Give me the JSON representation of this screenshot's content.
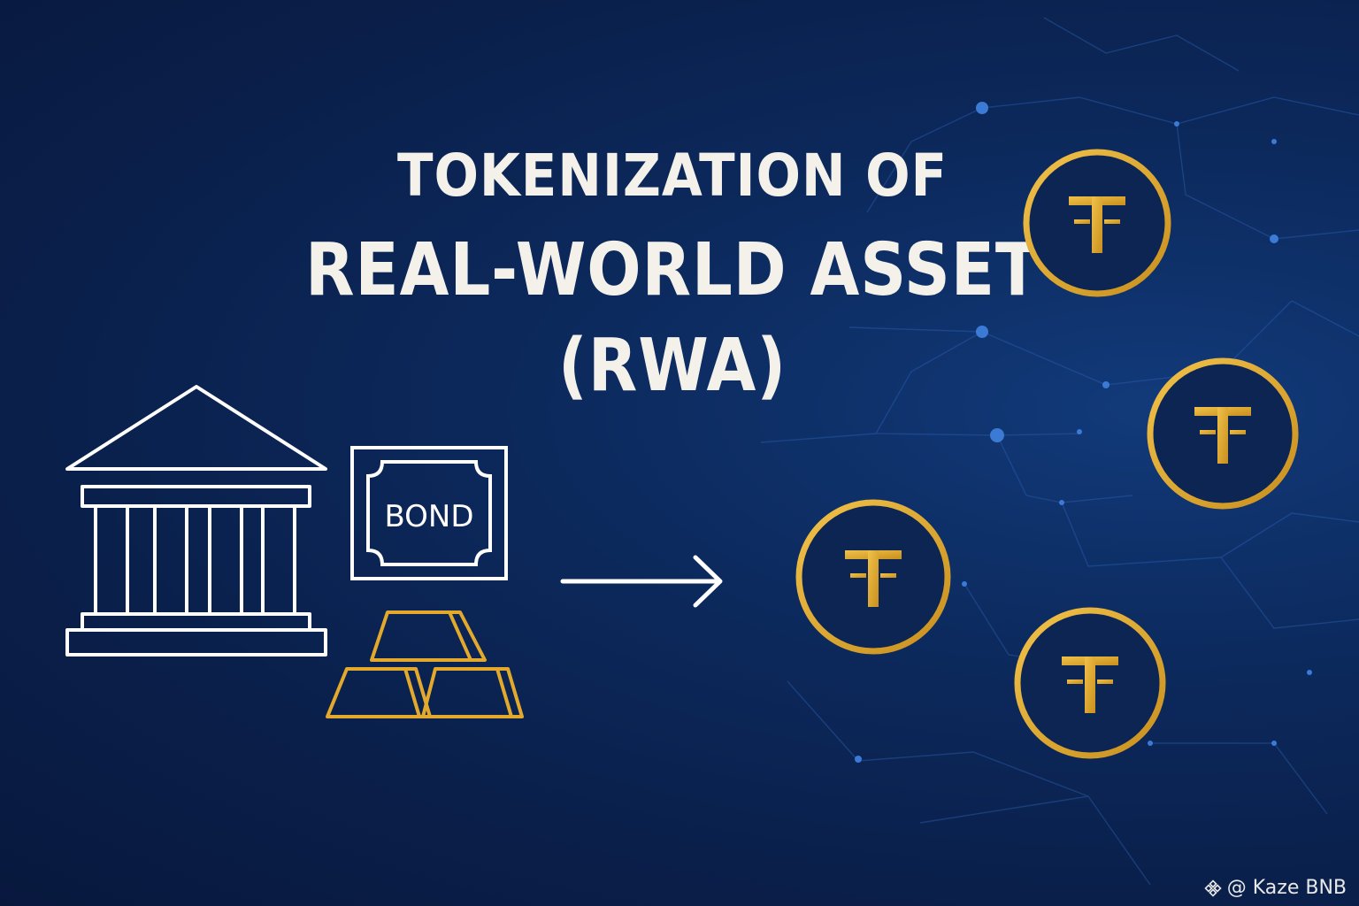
{
  "title": {
    "line1": "TOKENIZATION OF",
    "line2": "REAL-WORLD ASSET",
    "line3": "(RWA)"
  },
  "bond": {
    "label": "BOND"
  },
  "watermark": {
    "text": "@ Kaze BNB"
  },
  "colors": {
    "background": "#0a1f4a",
    "gold": "#e2a92c",
    "outline": "#ffffff",
    "network": "#2a5fb0"
  },
  "icons": [
    "bank-building-icon",
    "bond-certificate-icon",
    "gold-bars-icon",
    "right-arrow-icon",
    "token-coin-icon",
    "binance-logo-icon"
  ]
}
